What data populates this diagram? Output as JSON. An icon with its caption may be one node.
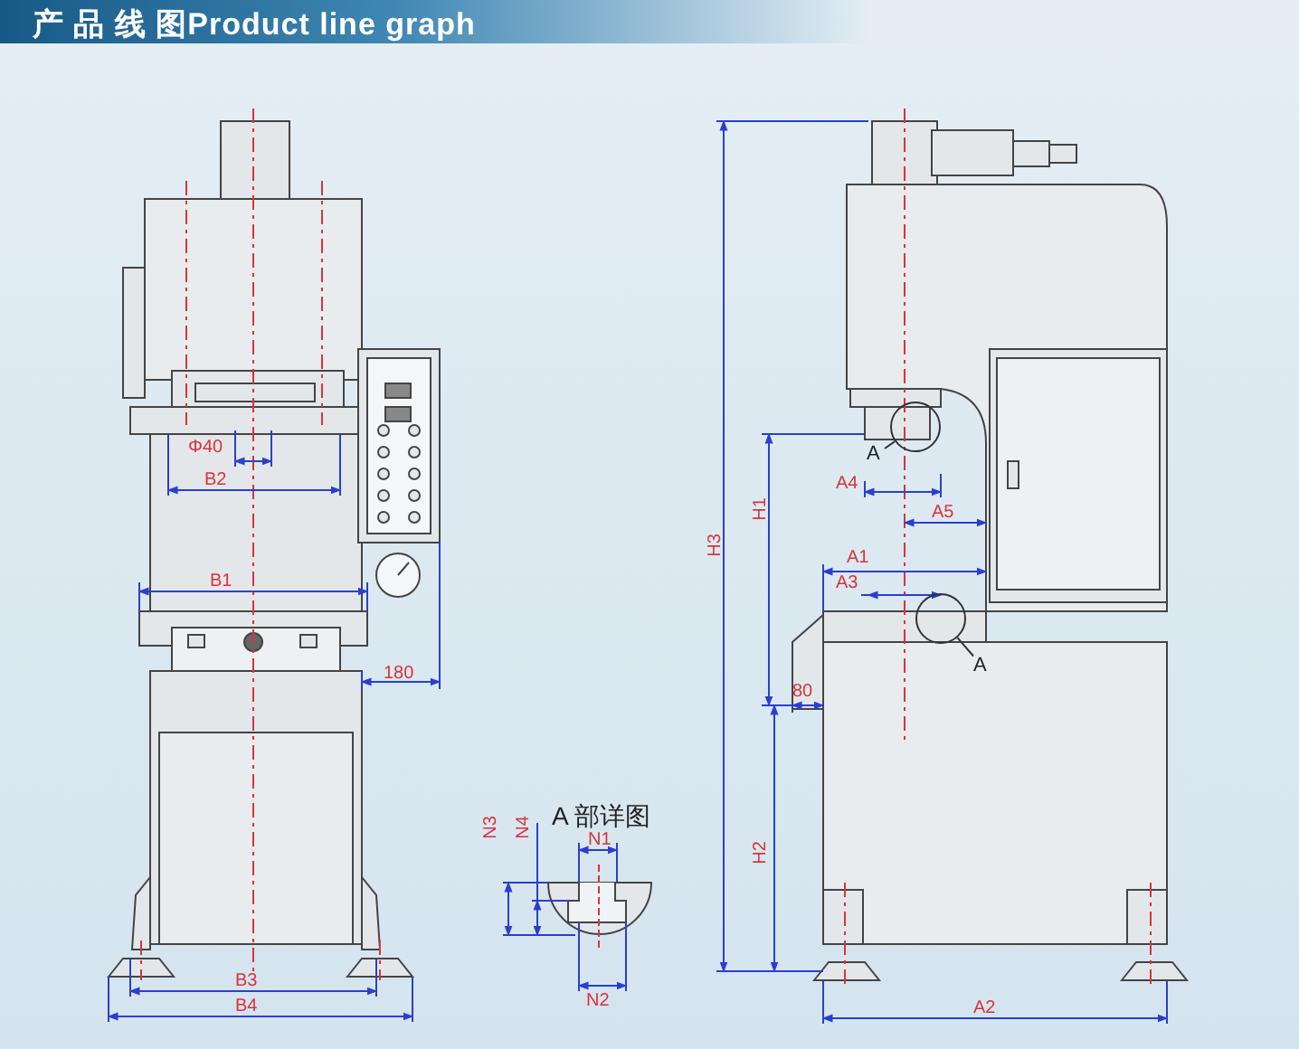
{
  "diagram": {
    "title": "产 品 线 图Product line graph",
    "nodes": [
      {
        "text": [
          "A"
        ]
      },
      {
        "text": [],
        "shape": "circle"
      },
      {
        "text": [
          "A"
        ]
      },
      {
        "text": [],
        "shape": "circle"
      }
    ],
    "edges": [
      {
        "from": 0,
        "to": 1,
        "arrow": "none"
      },
      {
        "from": 3,
        "to": 2,
        "arrow": "none"
      }
    ],
    "labels": [
      "H3",
      "Φ40",
      "B2",
      "H1",
      "A4",
      "A5",
      "B1",
      "A1",
      "A3",
      "180",
      "80",
      "A 部详图",
      "N3",
      "N4",
      "N1",
      "H2",
      "N2",
      "B3",
      "B4",
      "A2"
    ]
  }
}
